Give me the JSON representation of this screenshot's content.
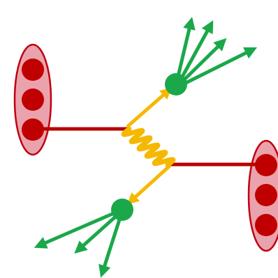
{
  "diagram": {
    "type": "feynman-hadron-collision",
    "colors": {
      "hadron_fill": "#e8a0a8",
      "hadron_stroke": "#c00010",
      "quark": "#c00000",
      "quark_line": "#b80000",
      "gluon": "#f5b800",
      "gluon_arrow": "#f5b800",
      "vertex": "#1aa84a",
      "jet": "#1aa84a"
    },
    "left_hadron": {
      "quark_count": 3
    },
    "right_hadron": {
      "quark_count": 3
    },
    "upper_jet": {
      "particle_count": 4
    },
    "lower_jet": {
      "particle_count": 3
    }
  }
}
